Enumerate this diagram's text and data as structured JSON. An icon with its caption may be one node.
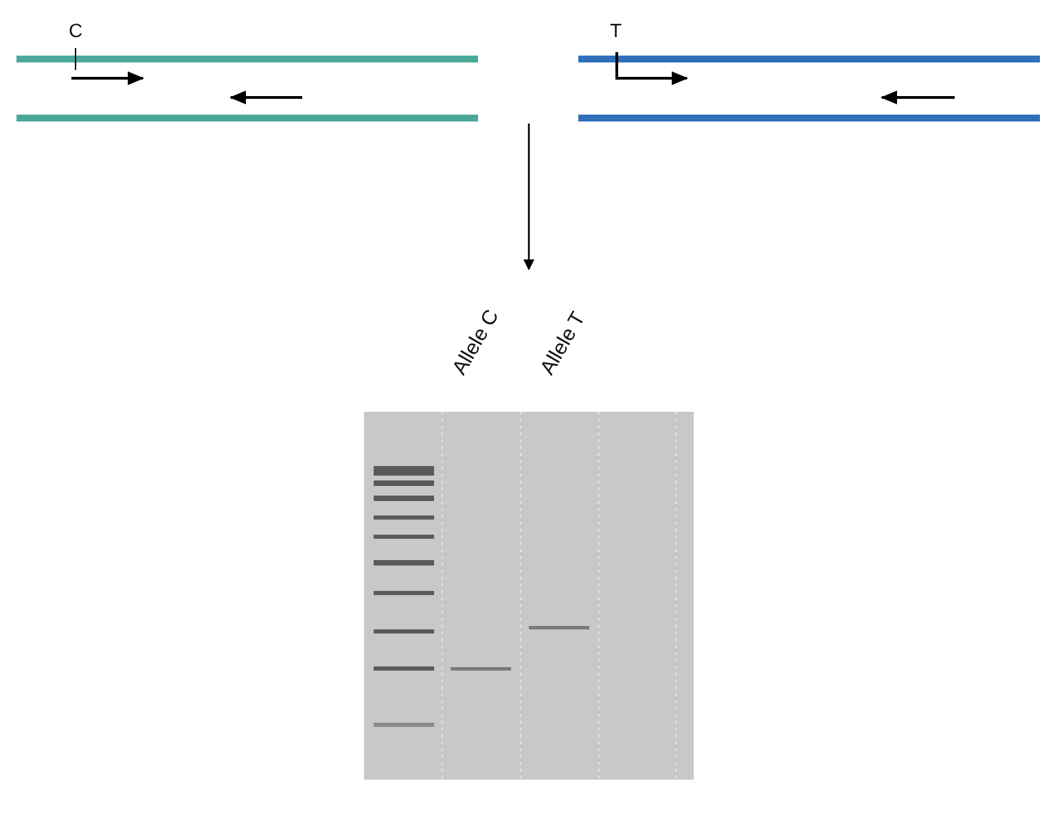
{
  "diagram": {
    "nodes": [
      {
        "text": [
          "C"
        ]
      },
      {
        "text": [
          "T"
        ]
      },
      {
        "text": [
          "Allele C",
          "Allele T"
        ]
      }
    ],
    "edges": [
      {
        "from": null,
        "to": 2,
        "arrow": "to"
      }
    ]
  }
}
